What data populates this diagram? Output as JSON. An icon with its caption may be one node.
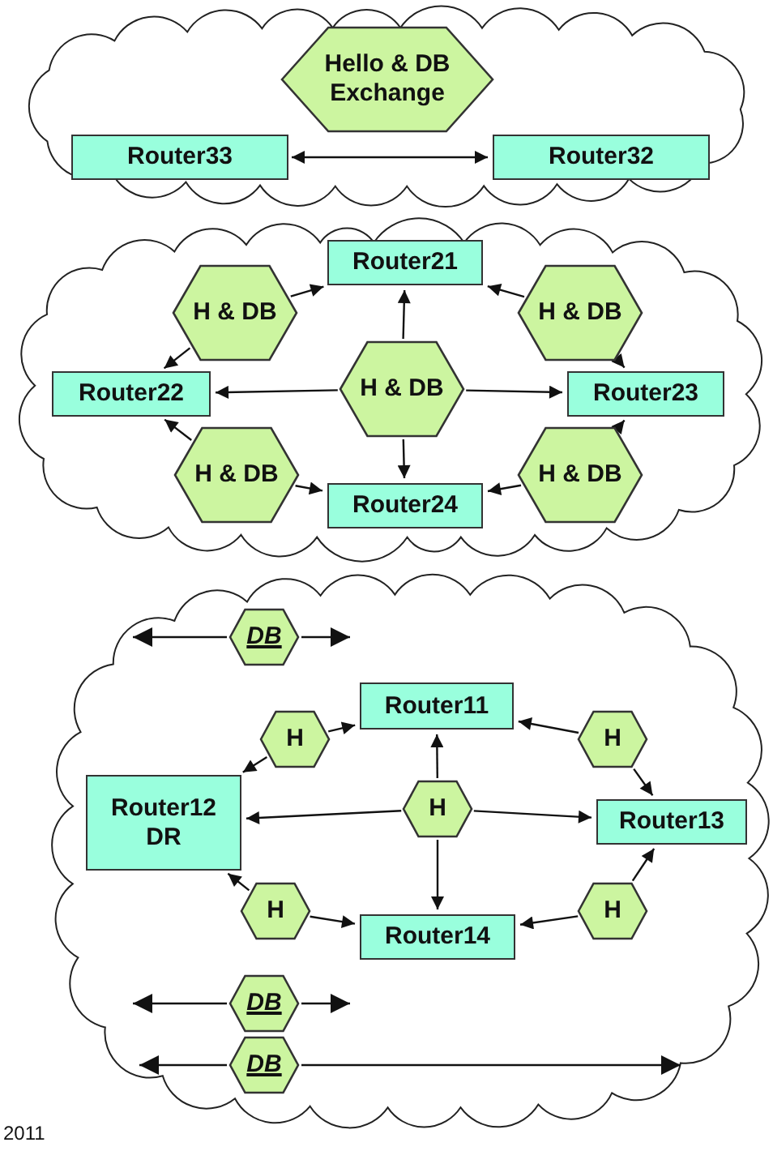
{
  "diagram": {
    "nodes": [
      {
        "text": [],
        "shape": "cloud"
      },
      {
        "text": [
          "Hello & DB Exchange"
        ],
        "in": 0
      },
      {
        "text": [
          "Router33"
        ],
        "in": 0
      },
      {
        "text": [
          "Router32"
        ],
        "in": 0
      },
      {
        "text": [],
        "shape": "cloud"
      },
      {
        "text": [
          "H & DB"
        ],
        "in": 4
      },
      {
        "text": [
          "Router21"
        ],
        "in": 4
      },
      {
        "text": [
          "H & DB"
        ],
        "in": 4
      },
      {
        "text": [
          "Router22"
        ],
        "in": 4
      },
      {
        "text": [
          "H & DB"
        ],
        "in": 4
      },
      {
        "text": [
          "Router23"
        ],
        "in": 4
      },
      {
        "text": [
          "H & DB"
        ],
        "in": 4
      },
      {
        "text": [
          "Router24"
        ],
        "in": 4
      },
      {
        "text": [
          "H & DB"
        ],
        "in": 4
      },
      {
        "text": [],
        "shape": "cloud"
      },
      {
        "text": [
          "DB"
        ],
        "in": 14
      },
      {
        "text": [
          "Router11"
        ],
        "in": 14
      },
      {
        "text": [
          "H"
        ],
        "in": 14
      },
      {
        "text": [
          "H"
        ],
        "in": 14
      },
      {
        "text": [
          "Router12",
          "DR"
        ],
        "in": 14
      },
      {
        "text": [
          "H"
        ],
        "in": 14
      },
      {
        "text": [
          "Router13"
        ],
        "in": 14
      },
      {
        "text": [
          "H"
        ],
        "in": 14
      },
      {
        "text": [
          "Router14"
        ],
        "in": 14
      },
      {
        "text": [
          "H"
        ],
        "in": 14
      },
      {
        "text": [
          "DB"
        ],
        "in": 14
      },
      {
        "text": [
          "DB"
        ],
        "in": 14
      }
    ],
    "edges": [
      {
        "from": 2,
        "to": 3,
        "arrow": "both"
      },
      {
        "from": 5,
        "to": 6,
        "arrow": "to"
      },
      {
        "from": 5,
        "to": 8,
        "arrow": "to"
      },
      {
        "from": 9,
        "to": 6,
        "arrow": "to"
      },
      {
        "from": 9,
        "to": 8,
        "arrow": "to"
      },
      {
        "from": 9,
        "to": 10,
        "arrow": "to"
      },
      {
        "from": 9,
        "to": 12,
        "arrow": "to"
      },
      {
        "from": 7,
        "to": 6,
        "arrow": "to"
      },
      {
        "from": 7,
        "to": 10,
        "arrow": "to"
      },
      {
        "from": 11,
        "to": 8,
        "arrow": "to"
      },
      {
        "from": 11,
        "to": 12,
        "arrow": "to"
      },
      {
        "from": 13,
        "to": 10,
        "arrow": "to"
      },
      {
        "from": 13,
        "to": 12,
        "arrow": "to"
      },
      {
        "from": 15,
        "to": null,
        "arrow": "to"
      },
      {
        "from": 15,
        "to": null,
        "arrow": "to"
      },
      {
        "from": 17,
        "to": 16,
        "arrow": "to"
      },
      {
        "from": 17,
        "to": 19,
        "arrow": "to"
      },
      {
        "from": 20,
        "to": 16,
        "arrow": "to"
      },
      {
        "from": 20,
        "to": 19,
        "arrow": "to"
      },
      {
        "from": 20,
        "to": 21,
        "arrow": "to"
      },
      {
        "from": 20,
        "to": 23,
        "arrow": "to"
      },
      {
        "from": 18,
        "to": 16,
        "arrow": "to"
      },
      {
        "from": 18,
        "to": 21,
        "arrow": "to"
      },
      {
        "from": 22,
        "to": 19,
        "arrow": "to"
      },
      {
        "from": 22,
        "to": 23,
        "arrow": "to"
      },
      {
        "from": 24,
        "to": 21,
        "arrow": "to"
      },
      {
        "from": 24,
        "to": 23,
        "arrow": "to"
      },
      {
        "from": 25,
        "to": null,
        "arrow": "to"
      },
      {
        "from": 25,
        "to": null,
        "arrow": "to"
      },
      {
        "from": 26,
        "to": null,
        "arrow": "to"
      },
      {
        "from": 26,
        "to": null,
        "arrow": "to"
      }
    ],
    "labels": [
      "2011"
    ]
  }
}
